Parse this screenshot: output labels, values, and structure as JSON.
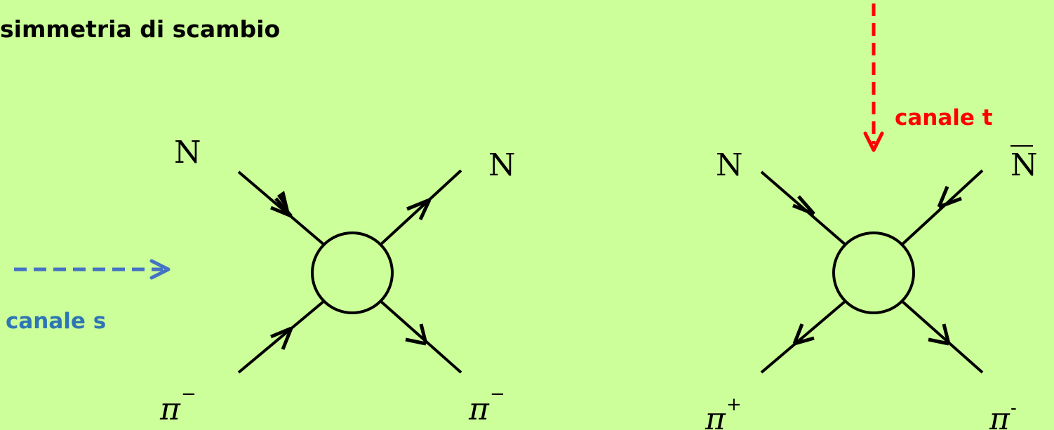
{
  "title": "simmetria di scambio",
  "channel_s": {
    "label": "canale s",
    "color": "#2E75B6"
  },
  "channel_t": {
    "label": "canale t",
    "color": "#FF0000"
  },
  "diagram_left": {
    "top_left": "N",
    "top_right": "N",
    "bottom_left": "π",
    "bottom_left_charge": "−",
    "bottom_right": "π",
    "bottom_right_charge": "−"
  },
  "diagram_right": {
    "top_left": "N",
    "top_right": "N",
    "bottom_left": "π",
    "bottom_left_charge": "+",
    "bottom_right": "π",
    "bottom_right_charge": "-"
  },
  "colors": {
    "background": "#ccff99",
    "lines": "#000000"
  }
}
